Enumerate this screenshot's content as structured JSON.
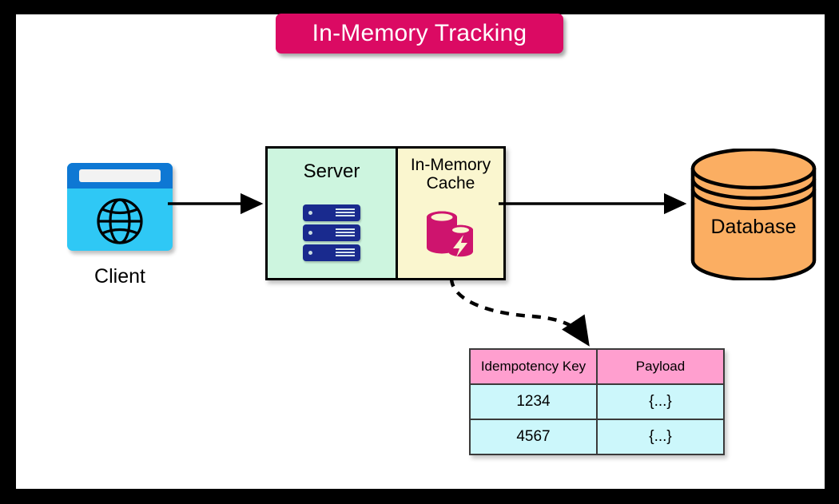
{
  "diagram": {
    "title": "In-Memory Tracking",
    "title_bg": "#DB0A63",
    "title_color": "#FFFFFF",
    "canvas_bg": "#FFFFFF",
    "frame_color": "#000000"
  },
  "nodes": {
    "client": {
      "label": "Client",
      "icon": "browser-globe-icon",
      "body_color": "#2FC8F5",
      "titlebar_color": "#0E78D4"
    },
    "server": {
      "label": "Server",
      "icon": "server-racks-icon",
      "bg_color": "#CDF5DF",
      "rack_color": "#192A8E",
      "rack_count": 3
    },
    "cache": {
      "label_line1": "In-Memory",
      "label_line2": "Cache",
      "icon": "cache-cylinders-bolt-icon",
      "bg_color": "#FAF6CF",
      "icon_color": "#CE146E"
    },
    "database": {
      "label": "Database",
      "icon": "database-cylinder-icon",
      "fill_color": "#FBAE62",
      "stroke_color": "#000000"
    }
  },
  "edges": [
    {
      "name": "client-to-server",
      "style": "solid",
      "direction": "right"
    },
    {
      "name": "cache-to-database",
      "style": "solid",
      "direction": "right"
    },
    {
      "name": "cache-to-table",
      "style": "dashed",
      "direction": "down"
    }
  ],
  "table": {
    "header_bg": "#FF9FCF",
    "row_bg": "#CCF7FB",
    "columns": [
      "Idempotency Key",
      "Payload"
    ],
    "rows": [
      [
        "1234",
        "{...}"
      ],
      [
        "4567",
        "{...}"
      ]
    ]
  }
}
